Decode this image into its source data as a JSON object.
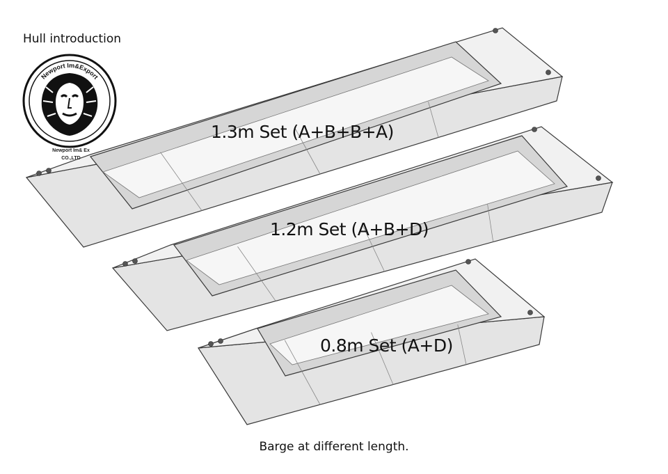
{
  "title": "Hull introduction",
  "logo": {
    "ring_text": "Newport Im&Export",
    "sub_line1": "Newport Im& Ex",
    "sub_line2": "CO.,LTD"
  },
  "barges": [
    {
      "label": "1.3m Set (A+B+B+A)"
    },
    {
      "label": "1.2m Set (A+B+D)"
    },
    {
      "label": "0.8m Set (A+D)"
    }
  ],
  "caption": "Barge at different length.",
  "colors": {
    "outline": "#3a3a3a",
    "deck": "#f1f1f1",
    "side": "#e4e4e4",
    "inner": "#d6d6d6",
    "fitting": "#555555"
  }
}
